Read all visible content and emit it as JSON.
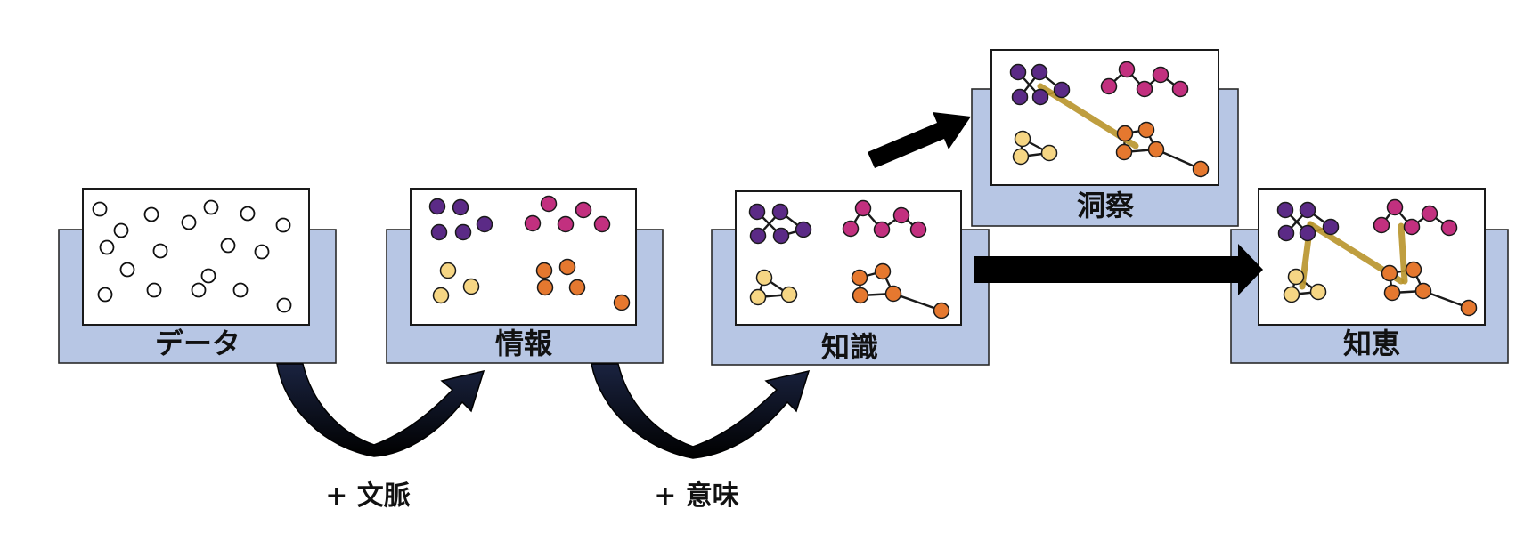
{
  "stages": {
    "data": "データ",
    "information": "情報",
    "knowledge": "知識",
    "insight": "洞察",
    "wisdom": "知恵"
  },
  "steps": {
    "context": "+ 文脈",
    "meaning": "+ 意味"
  },
  "colors": {
    "purple": "#5b2a86",
    "magenta": "#c2307f",
    "yellow": "#f6d684",
    "orange": "#e5782f",
    "insight_line": "#b8932a",
    "base": "#b7c6e4"
  }
}
